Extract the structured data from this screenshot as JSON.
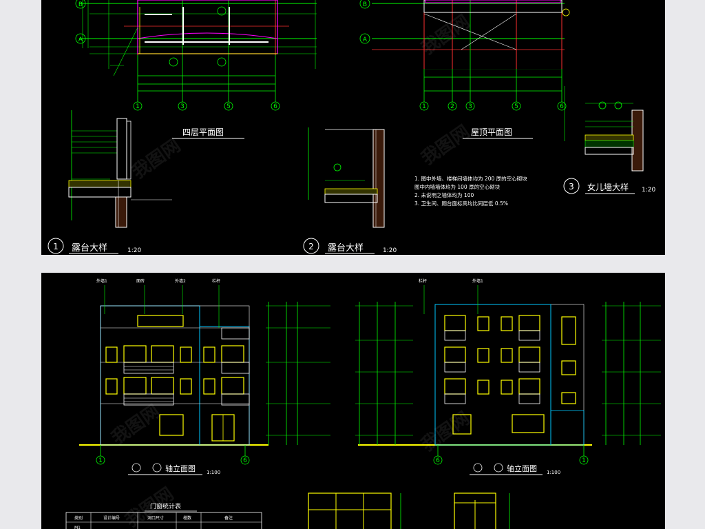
{
  "colors": {
    "background": "#000000",
    "page": "#e9e9ec",
    "grid": "#00ff00",
    "wall": "#ffffff",
    "axis_red": "#ff3030",
    "magenta": "#ff00ff",
    "yellow": "#ffff00",
    "cyan": "#00c8ff"
  },
  "axes_top_left": {
    "row_labels": [
      "B",
      "A"
    ],
    "col_labels": [
      "1",
      "3",
      "5",
      "6"
    ]
  },
  "axes_top_mid": {
    "row_labels": [
      "B",
      "A"
    ],
    "col_labels": [
      "1",
      "2",
      "3",
      "5",
      "6"
    ]
  },
  "titles": {
    "fourth_floor": "四层平面图",
    "roof": "屋顶平面图",
    "parapet": "女儿墙大样",
    "balcony1": "露台大样",
    "balcony2": "露台大样",
    "elev_front": "轴立面图",
    "elev_back": "轴立面图",
    "door_table": "门窗统计表"
  },
  "detail_numbers": {
    "balcony1": "1",
    "balcony2": "2",
    "parapet": "3"
  },
  "scales": {
    "balcony1": "1:20",
    "balcony2": "1:20",
    "parapet": "1:20",
    "elev_front": "1:100",
    "elev_back": "1:100"
  },
  "notes": [
    "1. 图中外墙、楼梯间墙体均为 200 厚的空心砌块",
    "   图中内墙墙体均为 100 厚的空心砌块",
    "2. 未说明之墙体均为 100",
    "3. 卫生间、厕台面标高均比同层低 0.5%"
  ],
  "elev_front_axes": [
    "1",
    "6"
  ],
  "elev_back_axes": [
    "6",
    "1"
  ],
  "material_labels_front": [
    "外墙1",
    "面砖",
    "外墙2",
    "栏杆"
  ],
  "material_labels_back": [
    "栏杆",
    "外墙1"
  ],
  "door_table_headers": [
    "类别",
    "设计编号",
    "洞口尺寸",
    "樘数",
    "备注"
  ],
  "door_table_first_cell": "M1",
  "watermark": "我图网"
}
